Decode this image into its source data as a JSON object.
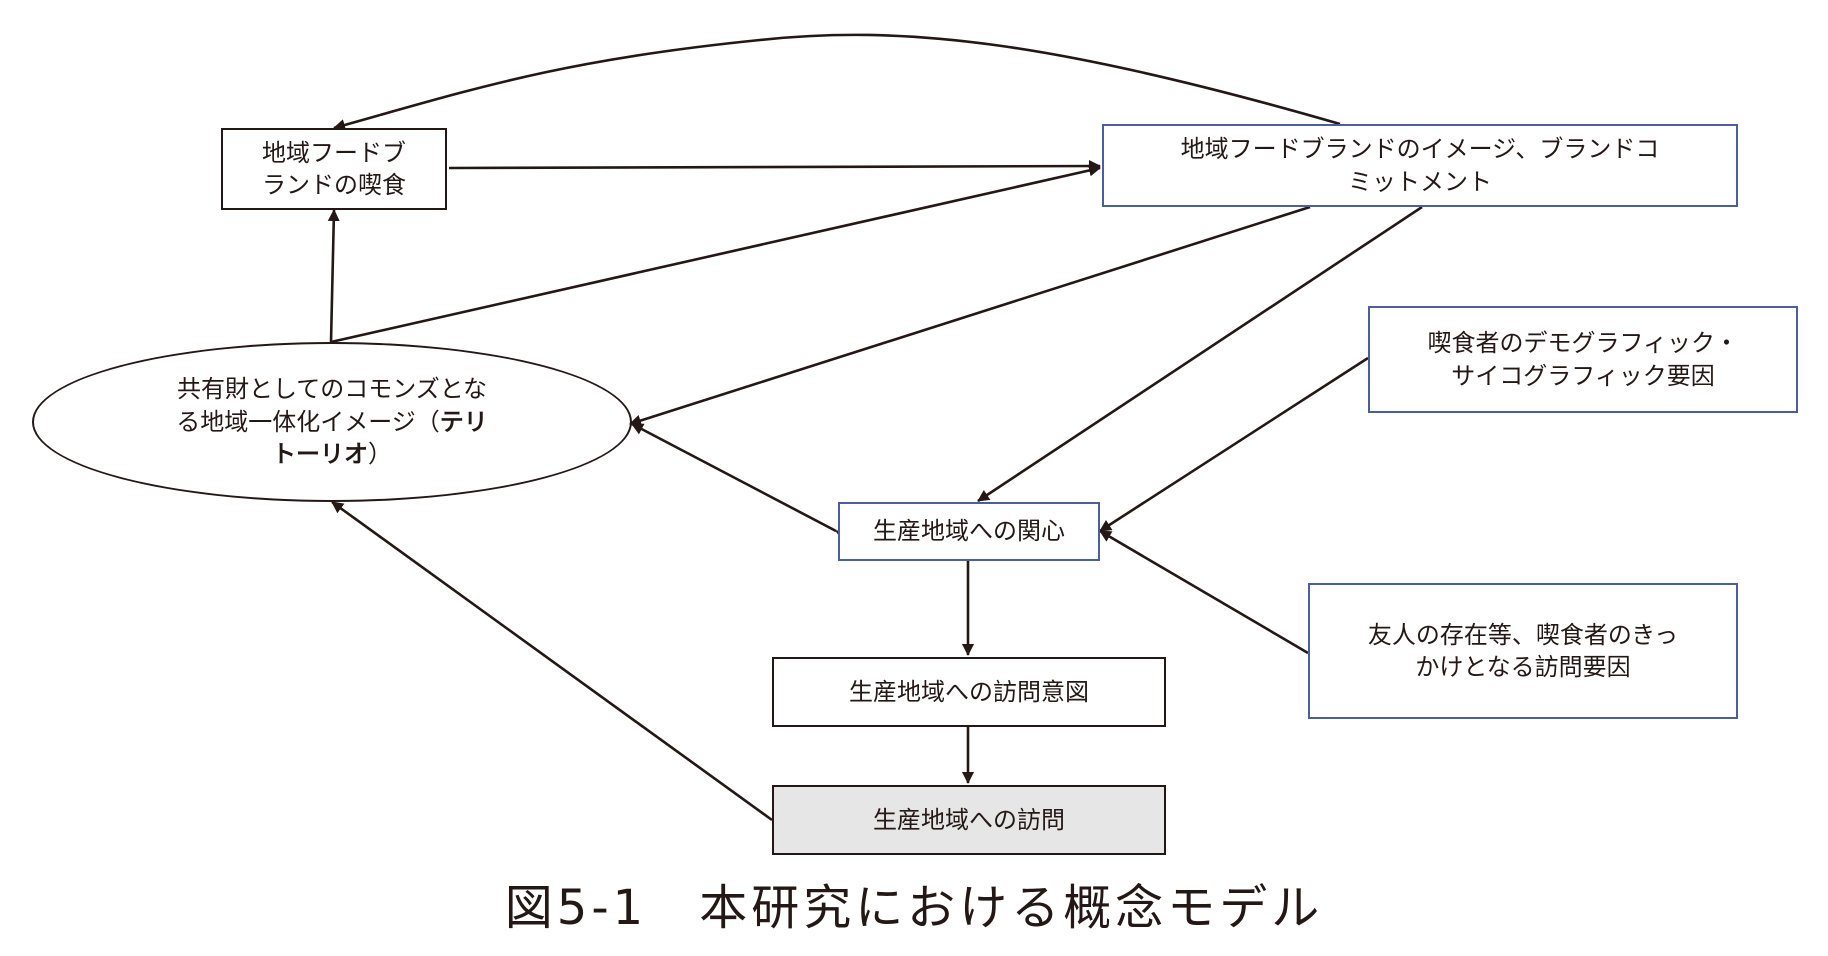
{
  "nodes": {
    "eating": "地域フードブ\nランドの喫食",
    "brand_image": "地域フードブランドのイメージ、ブランドコ\nミットメント",
    "territorio_pre": "共有財としてのコモンズとな\nる地域一体化イメージ（",
    "territorio_bold1": "テリ",
    "territorio_bold2": "トーリオ",
    "territorio_post": "）",
    "demographic": "喫食者のデモグラフィック・\nサイコグラフィック要因",
    "interest": "生産地域への関心",
    "friends": "友人の存在等、喫食者のきっ\nかけとなる訪問要因",
    "intention": "生産地域への訪問意図",
    "visit": "生産地域への訪問"
  },
  "caption": "図5-1　本研究における概念モデル",
  "colors": {
    "line": "#231815",
    "blue_border": "#4a5fa0",
    "visit_fill": "#e6e6e6"
  }
}
